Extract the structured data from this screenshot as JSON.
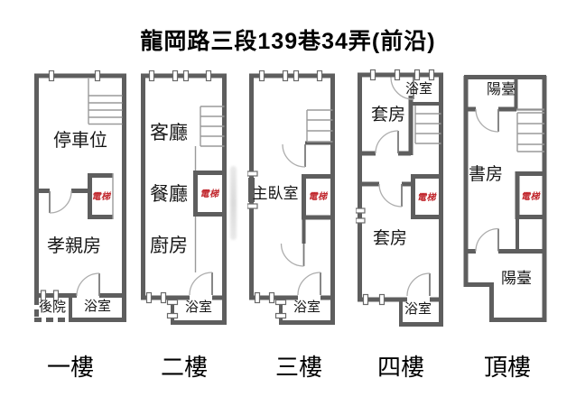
{
  "title": "龍岡路三段139巷34弄(前沿)",
  "colors": {
    "wall": "#5e5e5e",
    "thin_line": "#9a9a9a",
    "elevator_text": "#c1272d"
  },
  "floors": [
    {
      "name": "一樓",
      "rooms": {
        "parking": "停車位",
        "parents_room": "孝親房",
        "backyard": "後院",
        "bathroom": "浴室",
        "elevator": "電梯"
      }
    },
    {
      "name": "二樓",
      "rooms": {
        "living": "客廳",
        "dining": "餐廳",
        "kitchen": "廚房",
        "bathroom": "浴室",
        "elevator": "電梯"
      }
    },
    {
      "name": "三樓",
      "rooms": {
        "master_bedroom": "主臥室",
        "bathroom": "浴室",
        "elevator": "電梯"
      }
    },
    {
      "name": "四樓",
      "rooms": {
        "suite_upper": "套房",
        "bathroom_upper": "浴室",
        "suite_lower": "套房",
        "bathroom_lower": "浴室",
        "elevator": "電梯"
      }
    },
    {
      "name": "頂樓",
      "rooms": {
        "balcony_upper": "陽臺",
        "study": "書房",
        "balcony_lower": "陽臺",
        "elevator": "電梯"
      }
    }
  ]
}
